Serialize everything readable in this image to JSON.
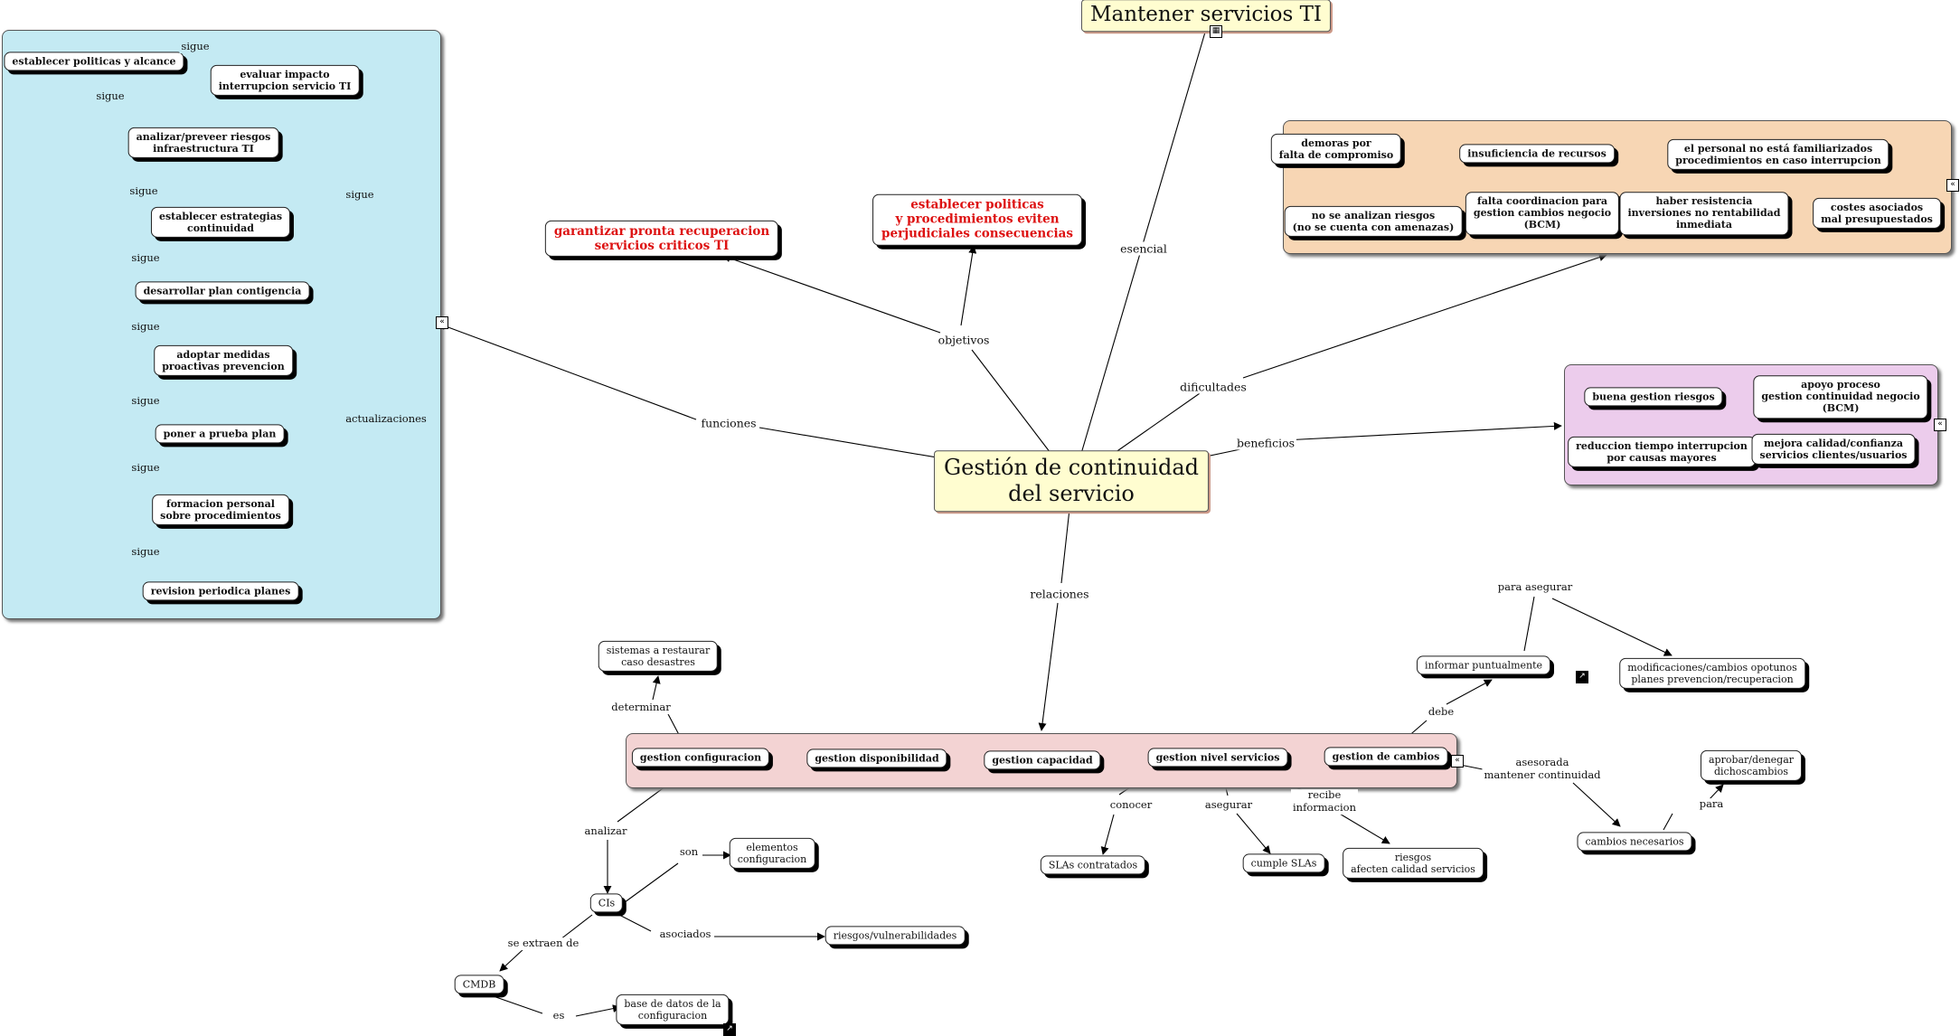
{
  "title": "Mantener servicios TI",
  "central": "Gestión de continuidad\ndel servicio",
  "edge_labels": {
    "esencial": "esencial",
    "objetivos": "objetivos",
    "funciones": "funciones",
    "dificultades": "dificultades",
    "beneficios": "beneficios",
    "relaciones": "relaciones"
  },
  "objetivos": {
    "o1": "garantizar pronta recuperacion\nservicios criticos TI",
    "o2": "establecer politicas\ny procedimientos eviten\nperjudiciales consecuencias"
  },
  "funciones": {
    "steps": [
      "establecer politicas y alcance",
      "evaluar impacto\ninterrupcion servicio TI",
      "analizar/preveer riesgos\ninfraestructura TI",
      "establecer estrategias\ncontinuidad",
      "desarrollar plan contigencia",
      "adoptar medidas\nproactivas prevencion",
      "poner a prueba plan",
      "formacion personal\nsobre procedimientos",
      "revision periodica planes"
    ],
    "sigue": "sigue",
    "actualizaciones": "actualizaciones"
  },
  "dificultades": [
    "demoras por\nfalta de compromiso",
    "insuficiencia de recursos",
    "el personal no está familiarizados\nprocedimientos en caso interrupcion",
    "no se analizan riesgos\n(no se cuenta con amenazas)",
    "falta coordinacion para\ngestion cambios negocio\n(BCM)",
    "haber resistencia\ninversiones no rentabilidad\ninmediata",
    "costes asociados\nmal presupuestados"
  ],
  "beneficios": [
    "buena gestion riesgos",
    "apoyo proceso\ngestion continuidad negocio\n(BCM)",
    "reduccion tiempo interrupcion\npor causas mayores",
    "mejora calidad/confianza\nservicios clientes/usuarios"
  ],
  "relaciones": {
    "items": [
      "gestion configuracion",
      "gestion disponibilidad",
      "gestion capacidad",
      "gestion nivel servicios",
      "gestion de cambios"
    ],
    "sistemas": "sistemas a restaurar\ncaso desastres",
    "determinar": "determinar",
    "analizar": "analizar",
    "cis": "CIs",
    "son": "son",
    "elementos": "elementos\nconfiguracion",
    "asociados": "asociados",
    "riesgos_vuln": "riesgos/vulnerabilidades",
    "se_extraen": "se extraen de",
    "cmdb": "CMDB",
    "es": "es",
    "base_datos": "base de datos de la\nconfiguracion",
    "conocer": "conocer",
    "slas": "SLAs contratados",
    "asegurar": "asegurar",
    "cumple": "cumple SLAs",
    "recibe": "recibe\ninformacion",
    "riesgos_afecten": "riesgos\nafecten calidad servicios",
    "debe": "debe",
    "informar": "informar puntualmente",
    "para_asegurar": "para asegurar",
    "modificaciones": "modificaciones/cambios opotunos\nplanes prevencion/recuperacion",
    "asesorada": "asesorada\nmantener continuidad",
    "cambios_necesarios": "cambios necesarios",
    "para": "para",
    "aprobar": "aprobar/denegar\ndichoscambios"
  },
  "icons": {
    "collapse": "collapse-icon",
    "link": "link-icon",
    "submap": "submap-icon"
  }
}
